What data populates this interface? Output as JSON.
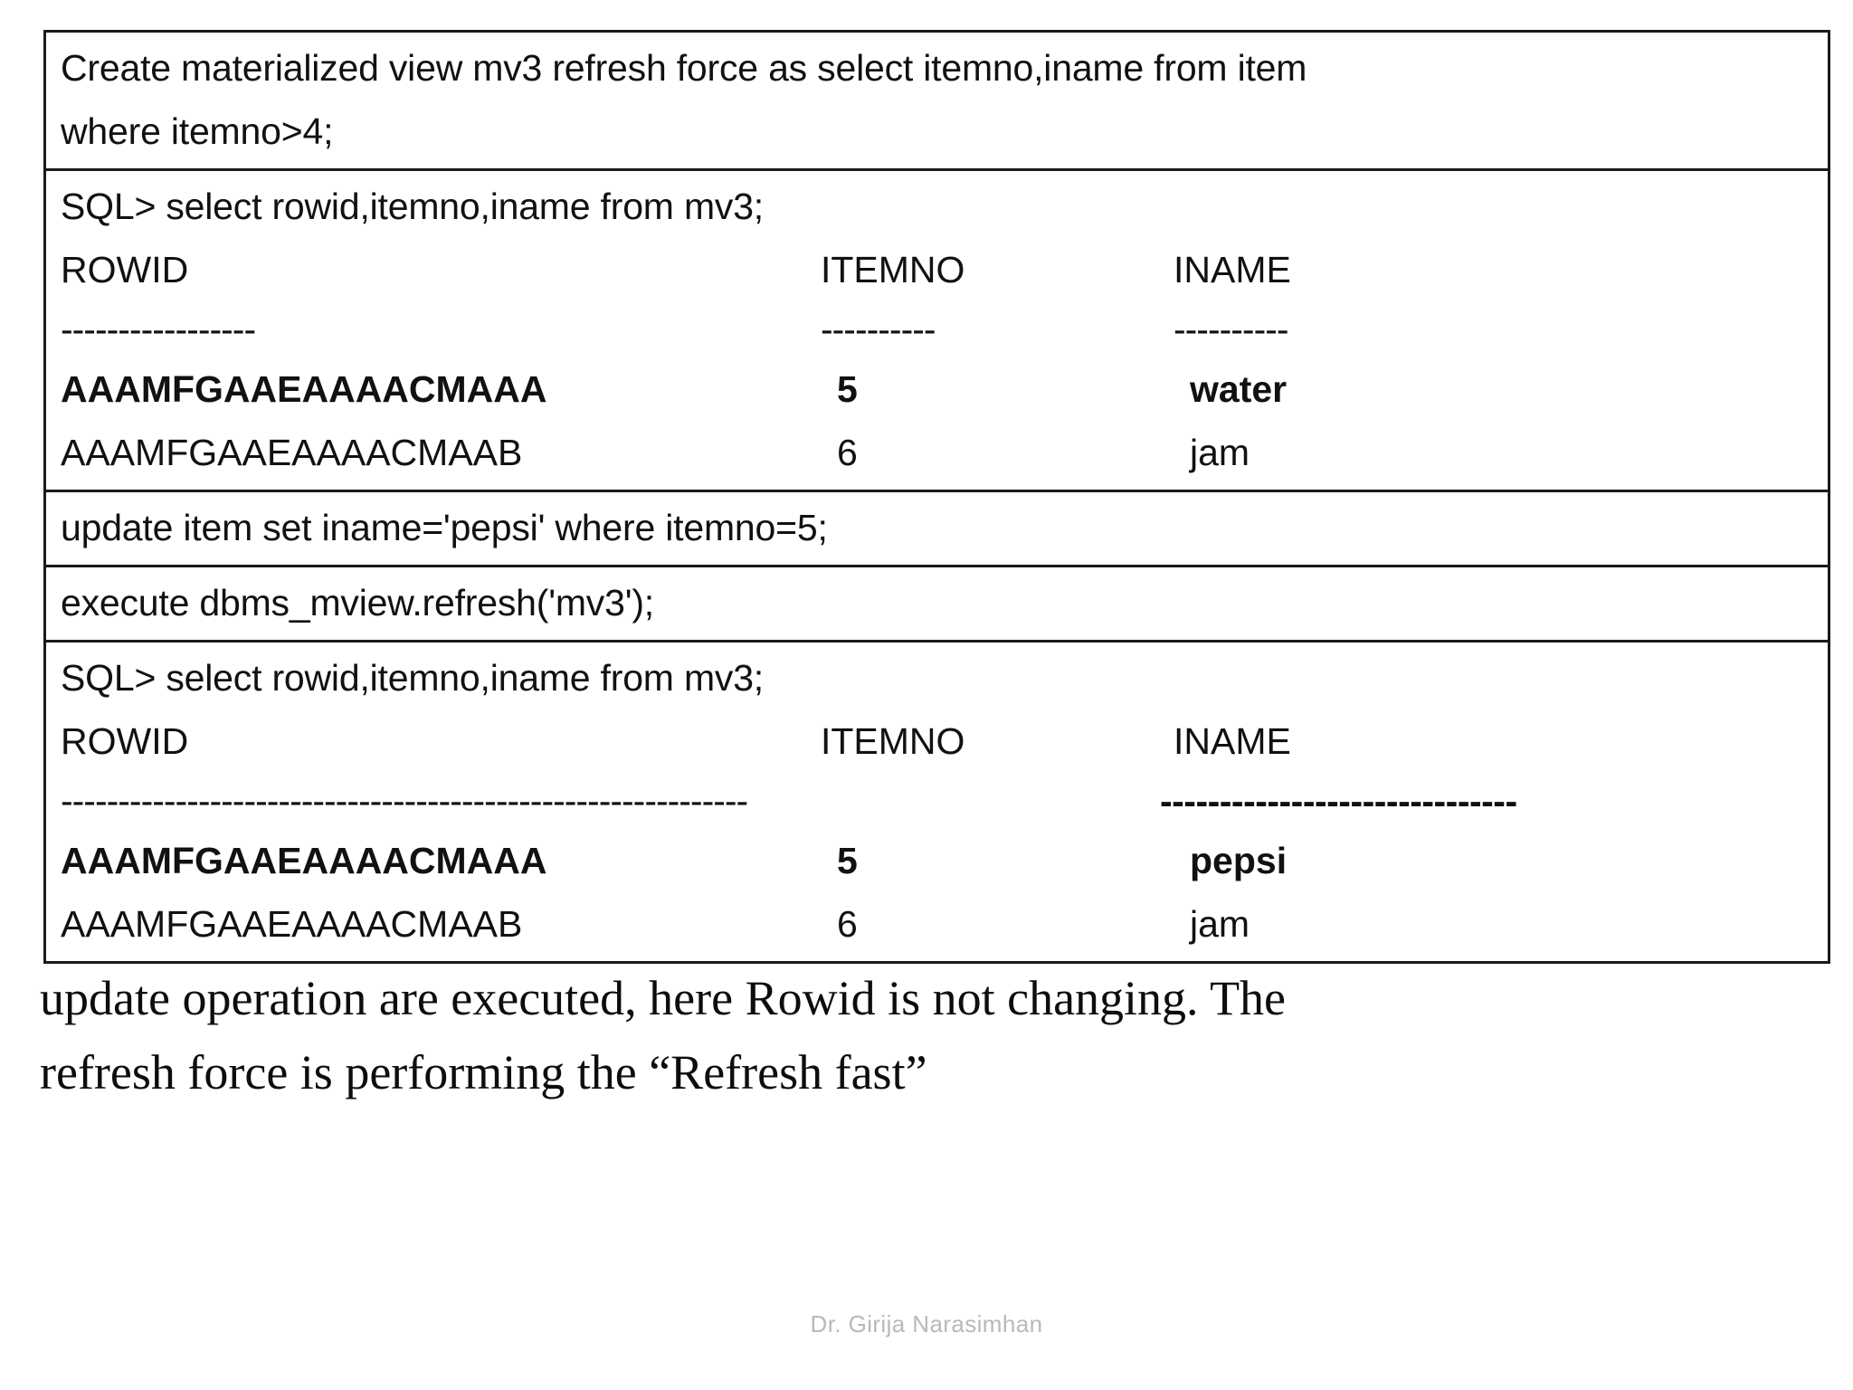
{
  "document": {
    "type": "sql-terminal-transcript-slide",
    "footer": "Dr. Girija Narasimhan"
  },
  "sql_table": {
    "blocks": [
      {
        "id": "create-mv",
        "lines": [
          "Create materialized view mv3 refresh force as select itemno,iname from item",
          "where itemno>4;"
        ]
      },
      {
        "id": "first-select",
        "command": "SQL> select rowid,itemno,iname from mv3;",
        "headers": {
          "rowid": "ROWID",
          "itemno": "ITEMNO",
          "iname": "INAME"
        },
        "separators": {
          "rowid": "-----------------",
          "itemno": "----------",
          "iname": "----------"
        },
        "rows": [
          {
            "rowid": "AAAMFGAAEAAAACMAAA",
            "itemno": "5",
            "iname": "water",
            "bold": true
          },
          {
            "rowid": "AAAMFGAAEAAAACMAAB",
            "itemno": "6",
            "iname": "jam",
            "bold": false
          }
        ]
      },
      {
        "id": "update-stmt",
        "lines": [
          "update item set iname='pepsi' where itemno=5;"
        ]
      },
      {
        "id": "execute-stmt",
        "lines": [
          "execute dbms_mview.refresh('mv3');"
        ]
      },
      {
        "id": "second-select",
        "command": "SQL> select rowid,itemno,iname from mv3;",
        "headers": {
          "rowid": "ROWID",
          "itemno": "ITEMNO",
          "iname": "INAME"
        },
        "separators": {
          "long": "------------------------------------------------------------",
          "bold": "------------------------------"
        },
        "rows": [
          {
            "rowid": "AAAMFGAAEAAAACMAAA",
            "itemno": "5",
            "iname": "pepsi",
            "bold": true
          },
          {
            "rowid": "AAAMFGAAEAAAACMAAB",
            "itemno": "6",
            "iname": "jam",
            "bold": false
          }
        ]
      }
    ]
  },
  "note": {
    "line1": "update operation are executed, here Rowid is not changing. The",
    "line2": "refresh force is performing the “Refresh fast”"
  }
}
